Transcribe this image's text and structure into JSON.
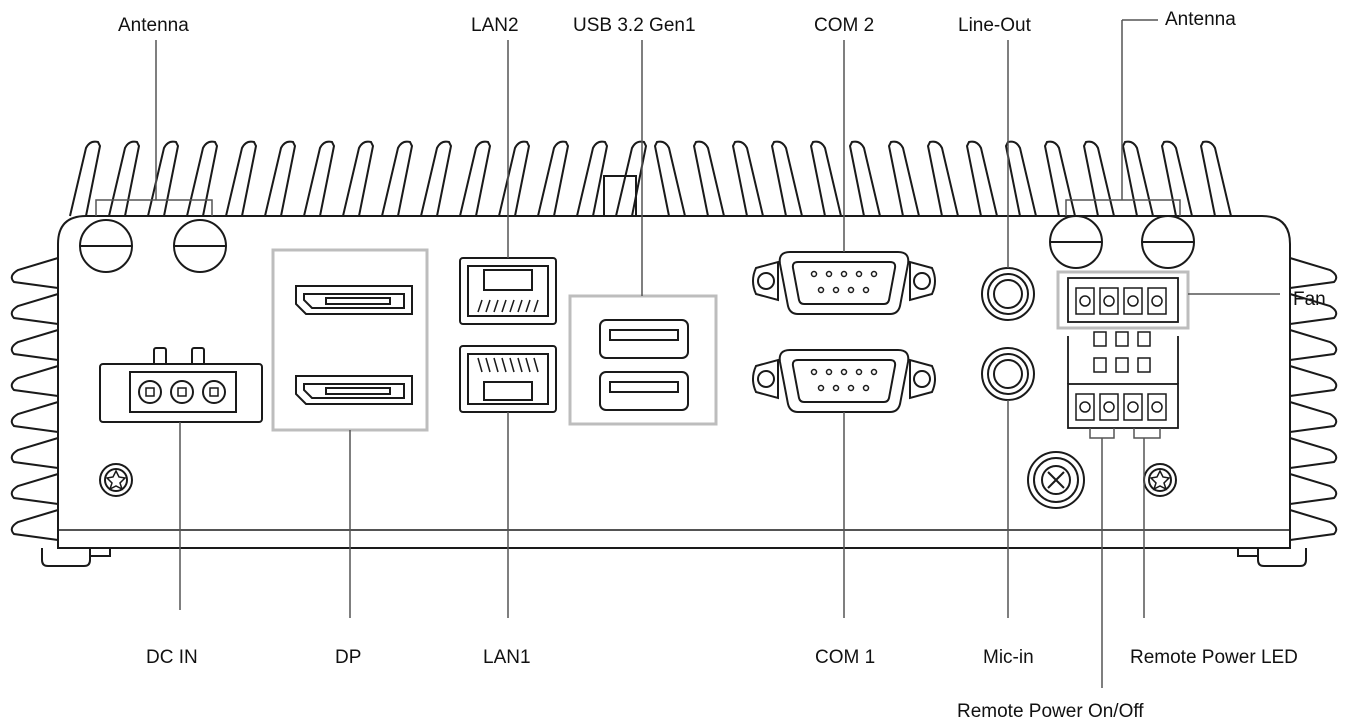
{
  "labels": {
    "antenna_left": "Antenna",
    "lan2": "LAN2",
    "usb": "USB 3.2 Gen1",
    "com2": "COM 2",
    "line_out": "Line-Out",
    "antenna_right": "Antenna",
    "fan": "Fan",
    "dc_in": "DC IN",
    "dp": "DP",
    "lan1": "LAN1",
    "com1": "COM 1",
    "mic_in": "Mic-in",
    "remote_power_led": "Remote Power LED",
    "remote_power_onoff": "Remote Power On/Off"
  },
  "colors": {
    "stroke": "#1a1a1a",
    "highlight_box": "#bdbdbd",
    "leader": "#555555"
  }
}
